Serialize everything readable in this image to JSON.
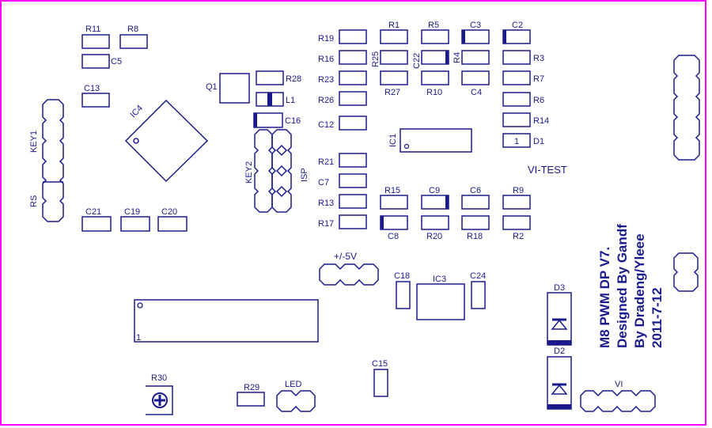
{
  "colors": {
    "outline": "#ff00ff",
    "silk": "#1a1a8c",
    "background": "#ffffff"
  },
  "labels": {
    "r11": "R11",
    "r8": "R8",
    "c5": "C5",
    "c13": "C13",
    "ic4": "IC4",
    "q1": "Q1",
    "r28": "R28",
    "l1": "L1",
    "c16": "C16",
    "key1": "KEY1",
    "rs": "RS",
    "key2": "KEY2",
    "isp": "ISP",
    "c21": "C21",
    "c19": "C19",
    "c20": "C20",
    "r19": "R19",
    "r16": "R16",
    "r23": "R23",
    "r26": "R26",
    "c12": "C12",
    "r21": "R21",
    "c7": "C7",
    "r13": "R13",
    "r17": "R17",
    "r1": "R1",
    "r5": "R5",
    "c3": "C3",
    "c2": "C2",
    "r25": "R25",
    "c22": "C22",
    "r4": "R4",
    "r3": "R3",
    "r27": "R27",
    "r10": "R10",
    "c4": "C4",
    "r7": "R7",
    "r6": "R6",
    "r14": "R14",
    "d1": "D1",
    "d1_pin": "1",
    "ic1": "IC1",
    "vi_test": "VI-TEST",
    "r15": "R15",
    "c9": "C9",
    "c6": "C6",
    "r9": "R9",
    "c8": "C8",
    "r20": "R20",
    "r18": "R18",
    "r2": "R2",
    "pm5v": "+/-5V",
    "c18": "C18",
    "ic3": "IC3",
    "c24": "C24",
    "d3": "D3",
    "d2": "D2",
    "vi": "VI",
    "c15": "C15",
    "r30": "R30",
    "r29": "R29",
    "led": "LED",
    "lcd_pin": "1"
  },
  "title_block": {
    "line1": "M8 PWM DP V7.",
    "line2": "Designed By Gandf",
    "line3": "By Dradeng/Yleee",
    "line4": "2011-7-12"
  }
}
